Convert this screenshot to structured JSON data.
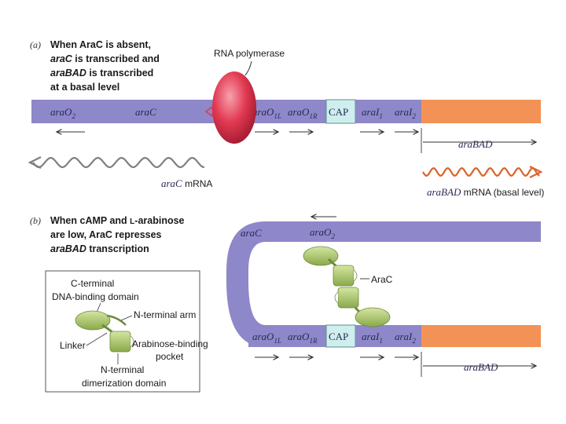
{
  "panel_a": {
    "letter": "(a)",
    "heading": [
      "When AraC is absent,",
      "araC",
      " is transcribed and",
      "araBAD",
      " is transcribed",
      "at a basal level"
    ],
    "rna_polymerase": "RNA polymerase",
    "segments": {
      "araO2": "araO",
      "araO2_sub": "2",
      "araC": "araC",
      "araO1L": "araO",
      "araO1L_sub": "1L",
      "araO1R": "araO",
      "araO1R_sub": "1R",
      "cap": "CAP",
      "araI1": "araI",
      "araI1_sub": "1",
      "araI2": "araI",
      "araI2_sub": "2"
    },
    "araBAD": "araBAD",
    "araC_mrna": [
      "araC",
      " mRNA"
    ],
    "araBAD_mrna": [
      "araBAD",
      " mRNA (basal level)"
    ]
  },
  "panel_b": {
    "letter": "(b)",
    "heading": [
      "When cAMP and ",
      "L",
      "-arabinose",
      "are low, AraC represses",
      "araBAD",
      " transcription"
    ],
    "araC": "araC",
    "araO2": "araO",
    "araO2_sub": "2",
    "araC_protein": "AraC",
    "segments": {
      "araO1L": "araO",
      "araO1L_sub": "1L",
      "araO1R": "araO",
      "araO1R_sub": "1R",
      "cap": "CAP",
      "araI1": "araI",
      "araI1_sub": "1",
      "araI2": "araI",
      "araI2_sub": "2"
    },
    "araBAD": "araBAD",
    "legend": {
      "c_terminal": [
        "C-terminal",
        "DNA-binding domain"
      ],
      "n_terminal_arm": "N-terminal arm",
      "linker": "Linker",
      "pocket": [
        "Arabinose-binding",
        "pocket"
      ],
      "dimerization": [
        "N-terminal",
        "dimerization domain"
      ]
    }
  },
  "colors": {
    "dna_purple": "#8e87c9",
    "dna_orange": "#f39257",
    "cap_box": "#cfeeee",
    "polymerase": "#e23a52",
    "protein_green": "#a9c46a",
    "wave_gray": "#7f7f7f",
    "wave_orange": "#d9652a"
  }
}
